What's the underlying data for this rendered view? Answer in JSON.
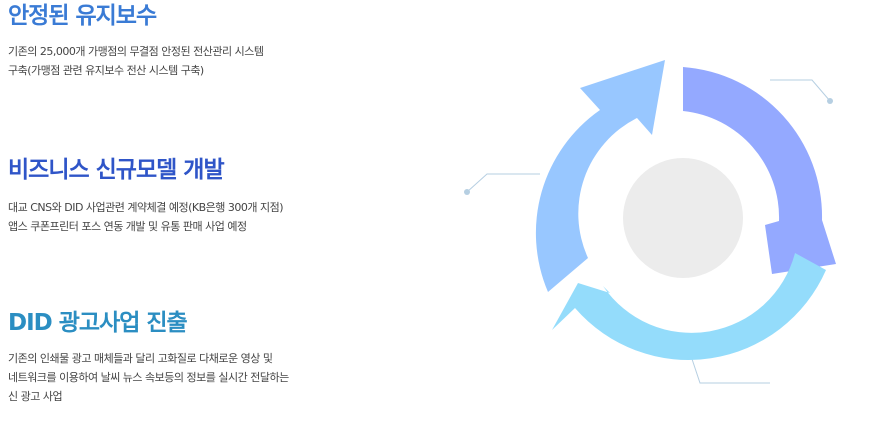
{
  "sections": [
    {
      "title": "안정된 유지보수",
      "lines": [
        "기존의 25,000개 가맹점의 무결점 안정된 전산관리 시스템",
        "구축(가맹점 관련 유지보수 전산 시스템 구축)"
      ]
    },
    {
      "title": "비즈니스 신규모델 개발",
      "lines": [
        "대교 CNS와 DID 사업관련 계약체결 예정(KB은행 300개 지점)",
        "앱스 쿠폰프린터 포스 연동 개발 및 유통 판매 사업 예정"
      ]
    },
    {
      "title": "DID 광고사업 진출",
      "lines": [
        "기존의 인쇄물 광고 매체들과 달리 고화질로 다채로운 영상 및",
        "네트워크를 이용하여 날씨 뉴스 속보등의 정보를 실시간 전달하는",
        "신 광고 사업"
      ]
    }
  ],
  "colors": {
    "heading1": "#3a7bd5",
    "heading2": "#2f55c8",
    "heading3": "#2b8ec2",
    "arrow_top_right": "#94a9ff",
    "arrow_bottom": "#94dcfb",
    "arrow_left": "#98c7ff",
    "center_circle": "#ececec",
    "connector": "#b6cfe2"
  },
  "diagram": {
    "type": "cycle-of-three-arrows"
  }
}
